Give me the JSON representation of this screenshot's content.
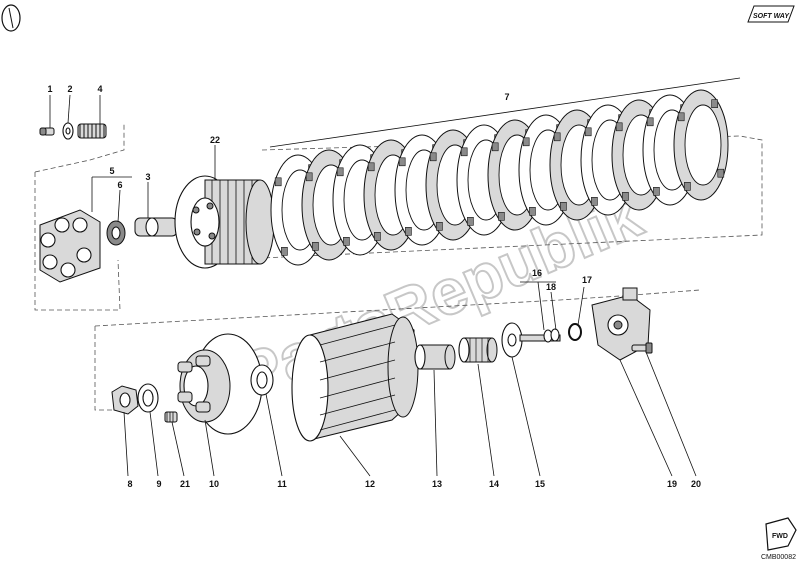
{
  "diagram": {
    "callouts": [
      {
        "id": "1",
        "label": "1"
      },
      {
        "id": "2",
        "label": "2"
      },
      {
        "id": "4",
        "label": "4"
      },
      {
        "id": "5",
        "label": "5"
      },
      {
        "id": "6",
        "label": "6"
      },
      {
        "id": "3",
        "label": "3"
      },
      {
        "id": "22",
        "label": "22"
      },
      {
        "id": "7",
        "label": "7"
      },
      {
        "id": "16",
        "label": "16"
      },
      {
        "id": "17",
        "label": "17"
      },
      {
        "id": "18",
        "label": "18"
      },
      {
        "id": "8",
        "label": "8"
      },
      {
        "id": "9",
        "label": "9"
      },
      {
        "id": "21",
        "label": "21"
      },
      {
        "id": "10",
        "label": "10"
      },
      {
        "id": "11",
        "label": "11"
      },
      {
        "id": "12",
        "label": "12"
      },
      {
        "id": "13",
        "label": "13"
      },
      {
        "id": "14",
        "label": "14"
      },
      {
        "id": "15",
        "label": "15"
      },
      {
        "id": "19",
        "label": "19"
      },
      {
        "id": "20",
        "label": "20"
      }
    ],
    "logo_text": "SOFT WAY",
    "fwd_text": "FWD",
    "drawing_code": "CMB00082",
    "watermark": "PartsRepublik"
  }
}
